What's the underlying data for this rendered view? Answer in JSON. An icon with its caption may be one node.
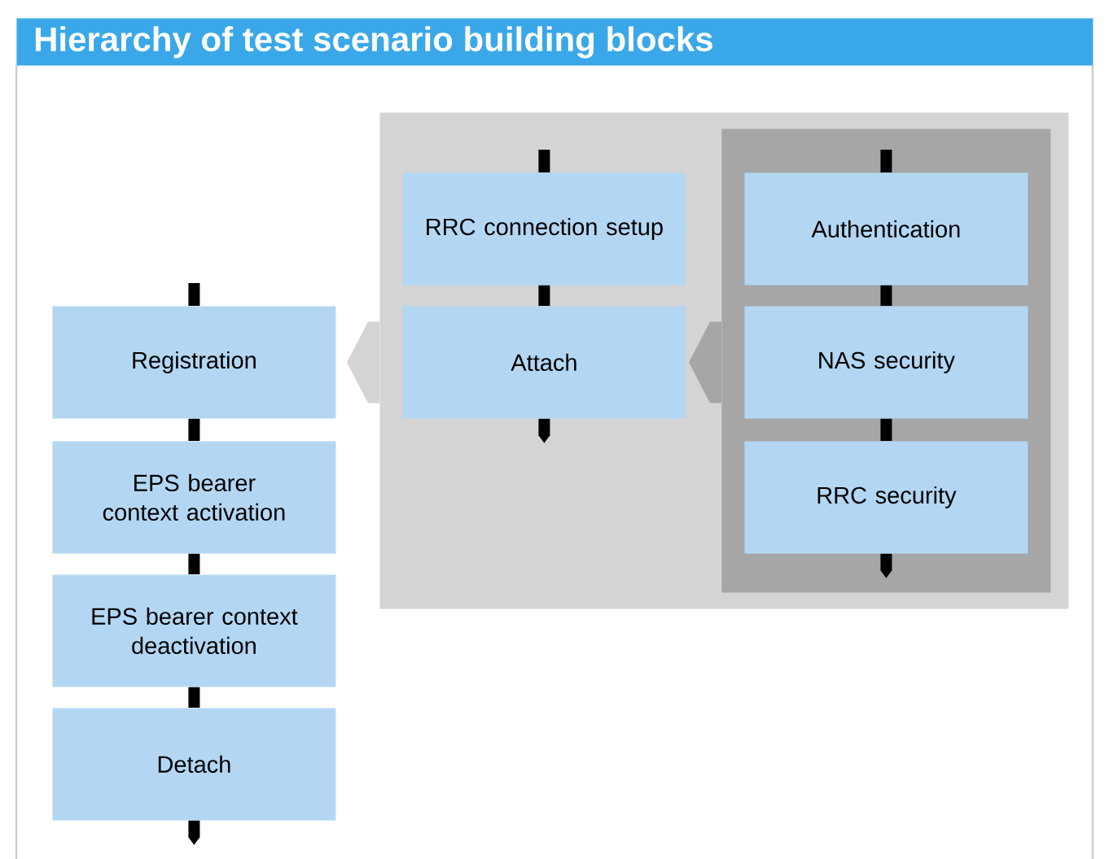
{
  "diagram": {
    "title": "Hierarchy of test scenario building blocks",
    "nodes": [
      {
        "text": [
          "Registration"
        ]
      },
      {
        "text": [
          "EPS bearer context activation"
        ]
      },
      {
        "text": [
          "EPS bearer context deactivation"
        ]
      },
      {
        "text": [
          "Detach"
        ]
      },
      {
        "text": [],
        "shape": "box"
      },
      {
        "text": [
          "RRC connection setup"
        ],
        "in": 4
      },
      {
        "text": [
          "Attach"
        ],
        "in": 4
      },
      {
        "text": [],
        "shape": "box",
        "in": 4
      },
      {
        "text": [
          "Authentication"
        ],
        "in": 7
      },
      {
        "text": [
          "NAS security"
        ],
        "in": 7
      },
      {
        "text": [
          "RRC security"
        ],
        "in": 7
      }
    ],
    "edges": [
      {
        "from": null,
        "to": 0,
        "arrow": "none"
      },
      {
        "from": 0,
        "to": 1,
        "arrow": "none"
      },
      {
        "from": 1,
        "to": 2,
        "arrow": "none"
      },
      {
        "from": 2,
        "to": 3,
        "arrow": "none"
      },
      {
        "from": 3,
        "to": null,
        "arrow": "to"
      },
      {
        "from": null,
        "to": 5,
        "arrow": "none"
      },
      {
        "from": 5,
        "to": 6,
        "arrow": "none"
      },
      {
        "from": 6,
        "to": null,
        "arrow": "to"
      },
      {
        "from": null,
        "to": 8,
        "arrow": "none"
      },
      {
        "from": 8,
        "to": 9,
        "arrow": "none"
      },
      {
        "from": 9,
        "to": 10,
        "arrow": "none"
      },
      {
        "from": 10,
        "to": null,
        "arrow": "to"
      },
      {
        "from": 4,
        "to": 0,
        "arrow": "to",
        "color": "#d4d4d4"
      },
      {
        "from": 7,
        "to": 6,
        "arrow": "to",
        "color": "#a6a6a6"
      }
    ]
  }
}
